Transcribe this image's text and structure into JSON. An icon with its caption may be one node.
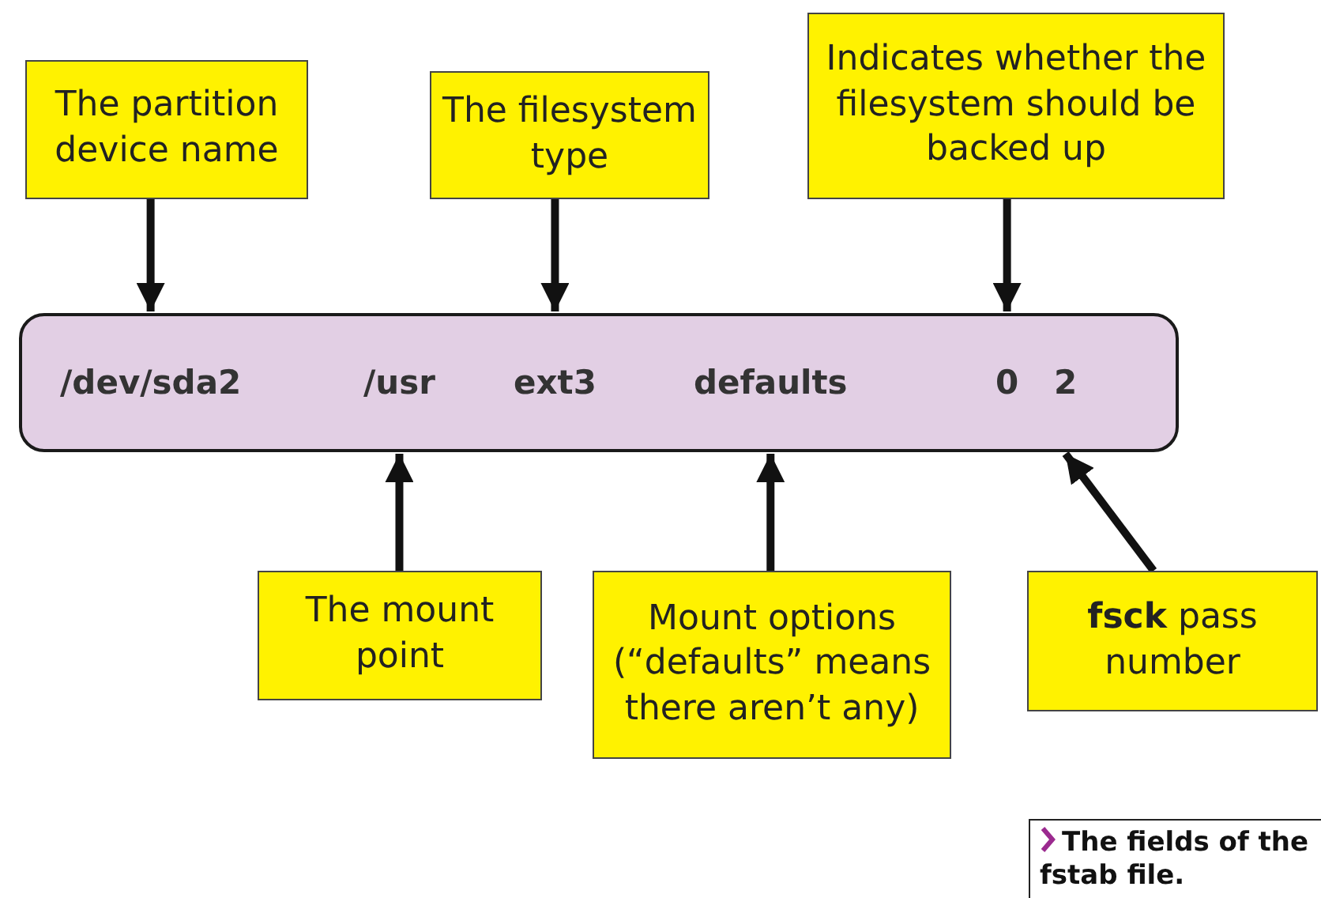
{
  "diagram": {
    "caption": "The fields of the fstab file.",
    "nodes": [
      {
        "text": [
          "The partition device name"
        ]
      },
      {
        "text": [
          "The filesystem type"
        ]
      },
      {
        "text": [
          "Indicates whether the filesystem should be backed up"
        ]
      },
      {
        "text": [],
        "shape": "box"
      },
      {
        "text": [
          "/dev/sda2"
        ],
        "in": 3
      },
      {
        "text": [
          "/usr"
        ],
        "in": 3
      },
      {
        "text": [
          "ext3"
        ],
        "in": 3
      },
      {
        "text": [
          "defaults"
        ],
        "in": 3
      },
      {
        "text": [
          "0"
        ],
        "in": 3
      },
      {
        "text": [
          "2"
        ],
        "in": 3
      },
      {
        "text": [
          "The mount point"
        ]
      },
      {
        "text": [
          "Mount options (“defaults” means there aren’t any)"
        ]
      },
      {
        "text": [
          "**fsck** pass number"
        ]
      }
    ],
    "edges": [
      {
        "from": 0,
        "to": 4,
        "arrow": "to"
      },
      {
        "from": 1,
        "to": 6,
        "arrow": "to"
      },
      {
        "from": 2,
        "to": 8,
        "arrow": "to"
      },
      {
        "from": 10,
        "to": 5,
        "arrow": "to"
      },
      {
        "from": 11,
        "to": 7,
        "arrow": "to"
      },
      {
        "from": 12,
        "to": 9,
        "arrow": "to"
      }
    ]
  }
}
